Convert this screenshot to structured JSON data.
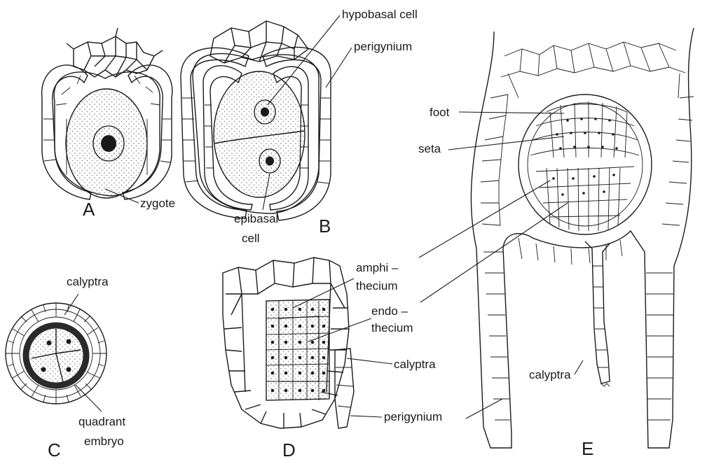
{
  "figure": {
    "panels": [
      "A",
      "B",
      "C",
      "D",
      "E"
    ],
    "labels": {
      "zygote": "zygote",
      "hypobasal_cell": "hypobasal cell",
      "perigynium_b": "perigynium",
      "epibasal_1": "epibasal",
      "epibasal_2": "cell",
      "calyptra_c": "calyptra",
      "quadrant_1": "quadrant",
      "quadrant_2": "embryo",
      "amphi_1": "amphi –",
      "amphi_2": "thecium",
      "endo_1": "endo –",
      "endo_2": "thecium",
      "calyptra_d": "calyptra",
      "perigynium_d": "perigynium",
      "foot": "foot",
      "seta": "seta",
      "calyptra_e": "calyptra"
    }
  },
  "colors": {
    "ink": "#1a1a1a",
    "paper": "#ffffff",
    "stipple": "#777777",
    "thick_wall": "#2a2a2a"
  }
}
